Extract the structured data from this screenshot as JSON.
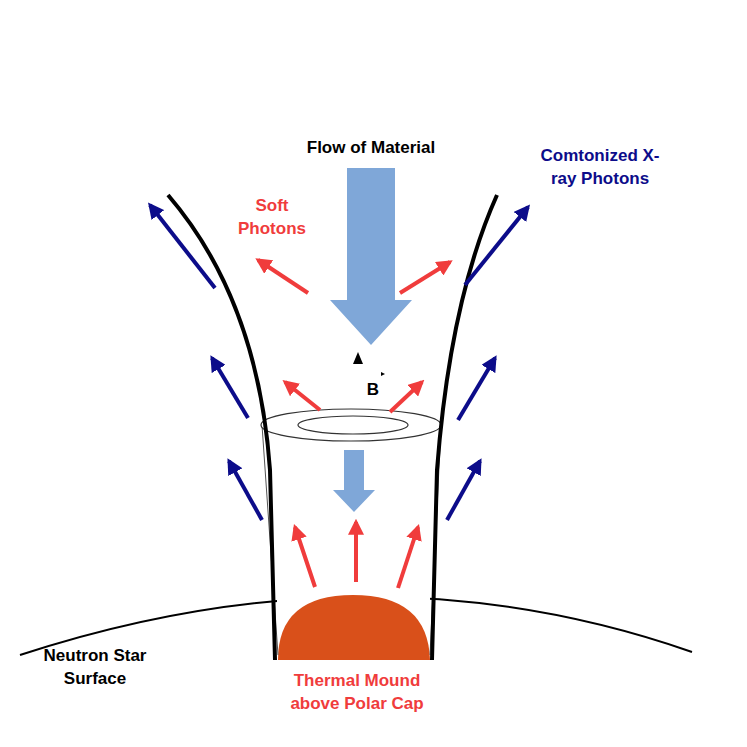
{
  "diagram": {
    "labels": [
      "Flow of Material",
      "Comtonized X-ray Photons",
      "Soft Photons",
      "B",
      "Neutron Star Surface",
      "Thermal Mound above Polar Cap"
    ]
  }
}
